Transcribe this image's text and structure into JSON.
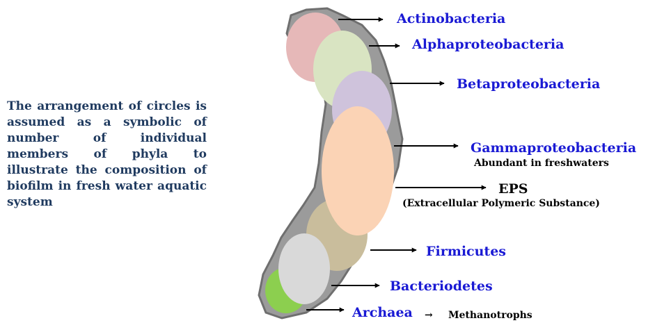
{
  "description": "The arrangement of circles is assumed as a symbolic of number of individual members of phyla to illustrate the composition of biofilm in fresh water aquatic system",
  "colors": {
    "matrix": "#9b9b9b",
    "actinobacteria": "#e6b8b8",
    "alphaproteobacteria": "#d9e4c2",
    "betaproteobacteria": "#cfc3dc",
    "gammaproteobacteria": "#fbd3b5",
    "firmicutes": "#c9bd9c",
    "bacteriodetes": "#d9d9d9",
    "archaea": "#8ccf4f",
    "label_blue": "#1a1ad4"
  },
  "labels": {
    "actinobacteria": "Actinobacteria",
    "alphaproteobacteria": "Alphaproteobacteria",
    "betaproteobacteria": "Betaproteobacteria",
    "gammaproteobacteria": "Gammaproteobacteria",
    "gamma_note": "Abundant in freshwaters",
    "eps": "EPS",
    "eps_note": "(Extracellular Polymeric Substance)",
    "firmicutes": "Firmicutes",
    "bacteriodetes": "Bacteriodetes",
    "archaea": "Archaea",
    "archaea_arrow": "→",
    "archaea_note": "Methanotrophs"
  }
}
